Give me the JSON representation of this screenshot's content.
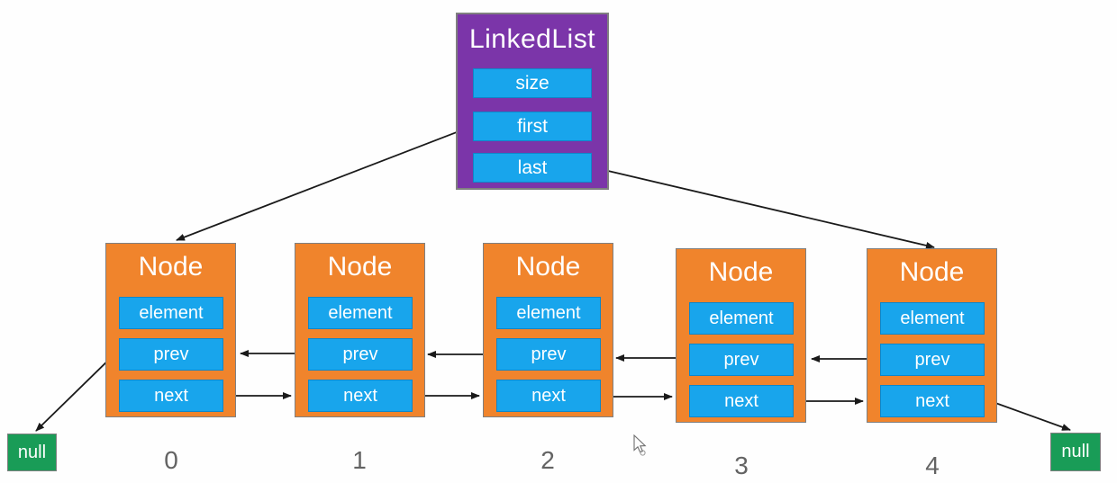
{
  "colors": {
    "purple": "#7B35A9",
    "blue": "#18A5EC",
    "orange": "#F0842C",
    "green": "#199C57",
    "border_gray": "#808080",
    "index_gray": "#636363",
    "arrow_black": "#1A1A1A"
  },
  "linkedlist": {
    "title": "LinkedList",
    "fields": [
      "size",
      "first",
      "last"
    ]
  },
  "nodes": [
    {
      "title": "Node",
      "index": "0",
      "fields": [
        "element",
        "prev",
        "next"
      ]
    },
    {
      "title": "Node",
      "index": "1",
      "fields": [
        "element",
        "prev",
        "next"
      ]
    },
    {
      "title": "Node",
      "index": "2",
      "fields": [
        "element",
        "prev",
        "next"
      ]
    },
    {
      "title": "Node",
      "index": "3",
      "fields": [
        "element",
        "prev",
        "next"
      ]
    },
    {
      "title": "Node",
      "index": "4",
      "fields": [
        "element",
        "prev",
        "next"
      ]
    }
  ],
  "terminals": {
    "left": "null",
    "right": "null"
  },
  "icons": {
    "cursor": "arrow-pointer"
  }
}
